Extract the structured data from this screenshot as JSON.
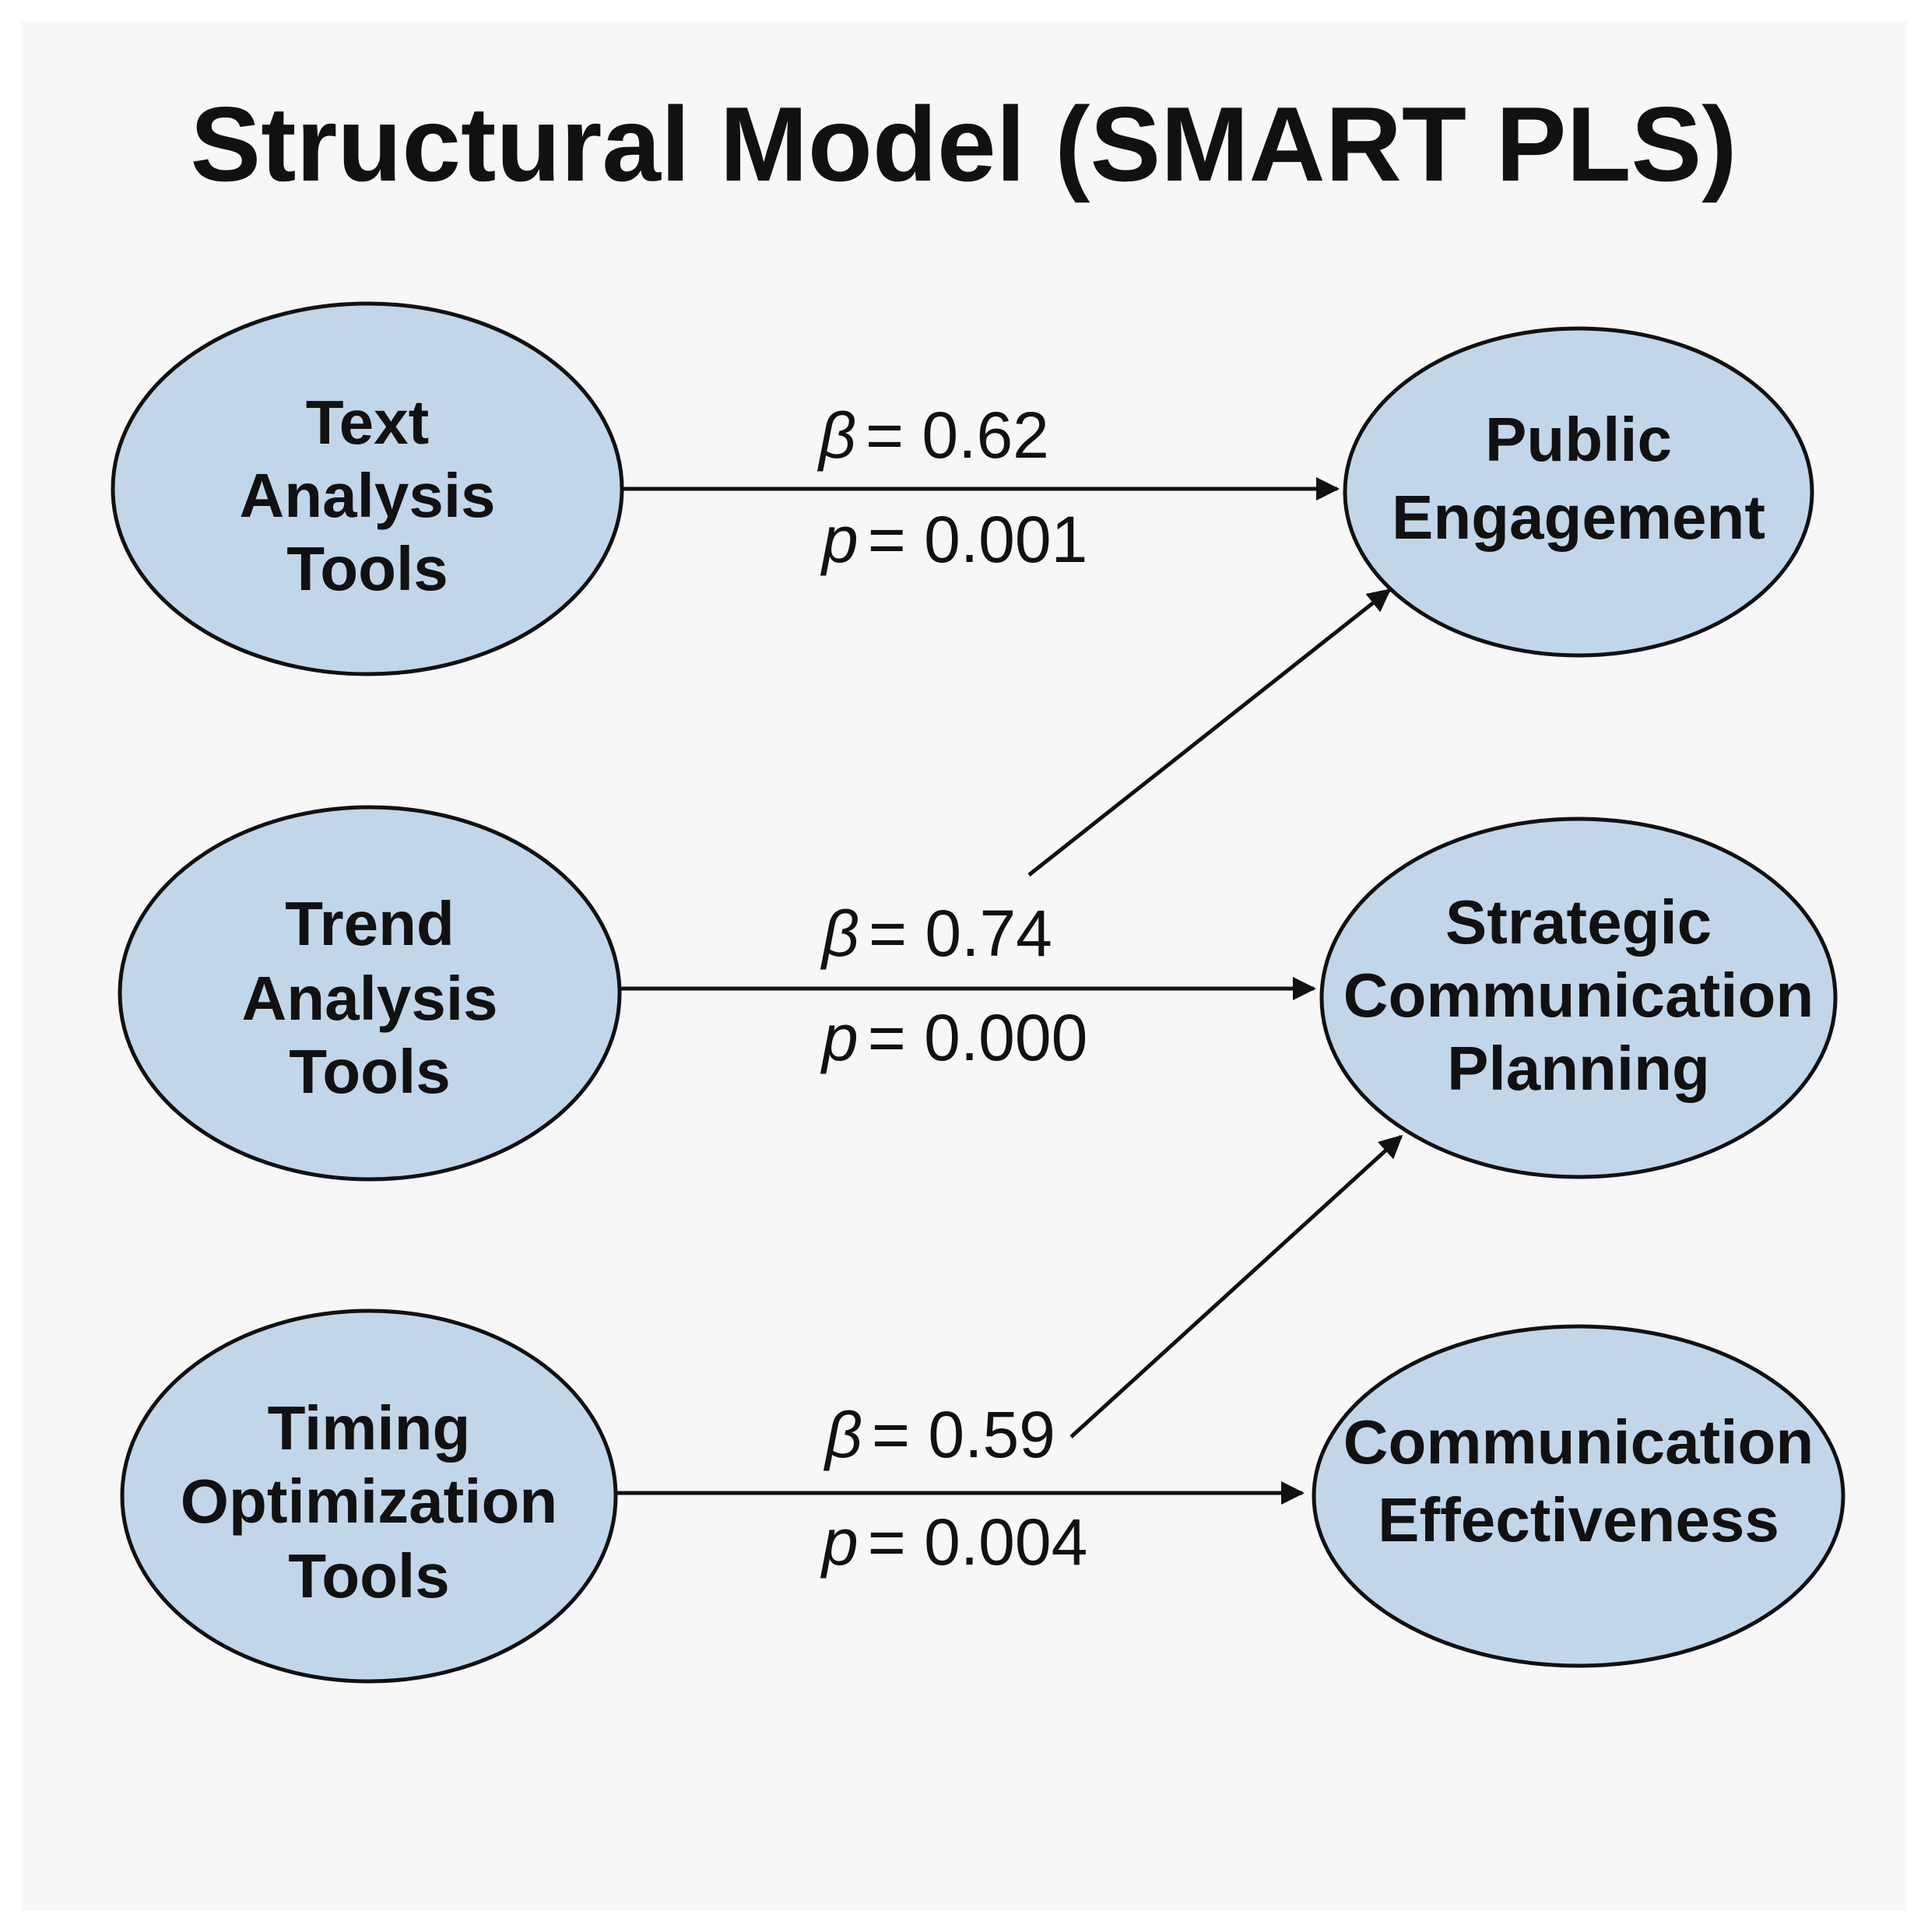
{
  "title": "Structural Model (SMART PLS)",
  "colors": {
    "background": "#f7f7f7",
    "node_fill": "#c2d6ea",
    "stroke": "#111111"
  },
  "nodes": {
    "text_analysis": {
      "lines": [
        "Text",
        "Analysis",
        "Tools"
      ]
    },
    "trend_analysis": {
      "lines": [
        "Trend",
        "Analysis",
        "Tools"
      ]
    },
    "timing_optimization": {
      "lines": [
        "Timing",
        "Optimization",
        "Tools"
      ]
    },
    "public_engagement": {
      "lines": [
        "Public",
        "Engagement"
      ]
    },
    "strategic_planning": {
      "lines": [
        "Strategic",
        "Communication",
        "Planning"
      ]
    },
    "communication_effectiveness": {
      "lines": [
        "Communication",
        "Effectiveness"
      ]
    }
  },
  "paths": {
    "path1": {
      "beta_symbol": "β",
      "beta_value": "= 0.62",
      "p_symbol": "p",
      "p_value": "= 0.001"
    },
    "path2": {
      "beta_symbol": "β",
      "beta_value": "= 0.74",
      "p_symbol": "p",
      "p_value": "= 0.000"
    },
    "path3": {
      "beta_symbol": "β",
      "beta_value": "= 0.59",
      "p_symbol": "p",
      "p_value": "= 0.004"
    }
  }
}
